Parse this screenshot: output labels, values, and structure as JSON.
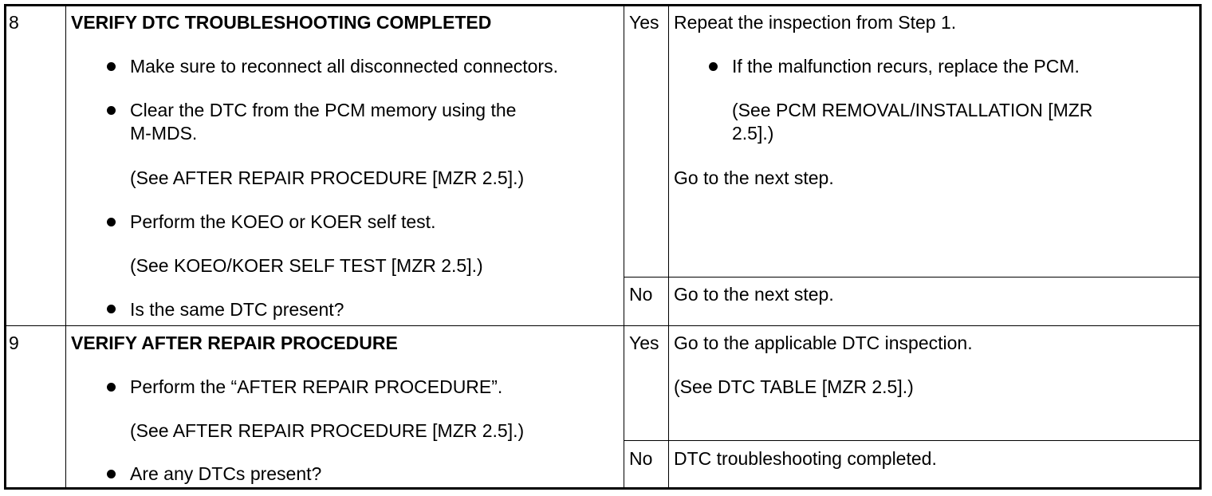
{
  "steps": [
    {
      "number": "8",
      "title": "VERIFY DTC TROUBLESHOOTING COMPLETED",
      "items": [
        "Make sure to reconnect all disconnected connectors.",
        "Clear the DTC from the PCM memory using the",
        "M-MDS.",
        "(See AFTER REPAIR PROCEDURE [MZR 2.5].)",
        "Perform the KOEO or KOER self test.",
        "(See KOEO/KOER SELF TEST [MZR 2.5].)",
        "Is the same DTC present?"
      ],
      "yes_label": "Yes",
      "yes_action": [
        "Repeat the inspection from Step 1.",
        "If the malfunction recurs, replace the PCM.",
        "(See PCM REMOVAL/INSTALLATION [MZR",
        "2.5].)",
        "Go to the next step."
      ],
      "no_label": "No",
      "no_action": "Go to the next step."
    },
    {
      "number": "9",
      "title": "VERIFY AFTER REPAIR PROCEDURE",
      "items": [
        "Perform the “AFTER REPAIR PROCEDURE”.",
        "(See AFTER REPAIR PROCEDURE [MZR 2.5].)",
        "Are any DTCs present?"
      ],
      "yes_label": "Yes",
      "yes_action": [
        "Go to the applicable DTC inspection.",
        "(See DTC TABLE [MZR 2.5].)"
      ],
      "no_label": "No",
      "no_action": "DTC troubleshooting completed."
    }
  ]
}
